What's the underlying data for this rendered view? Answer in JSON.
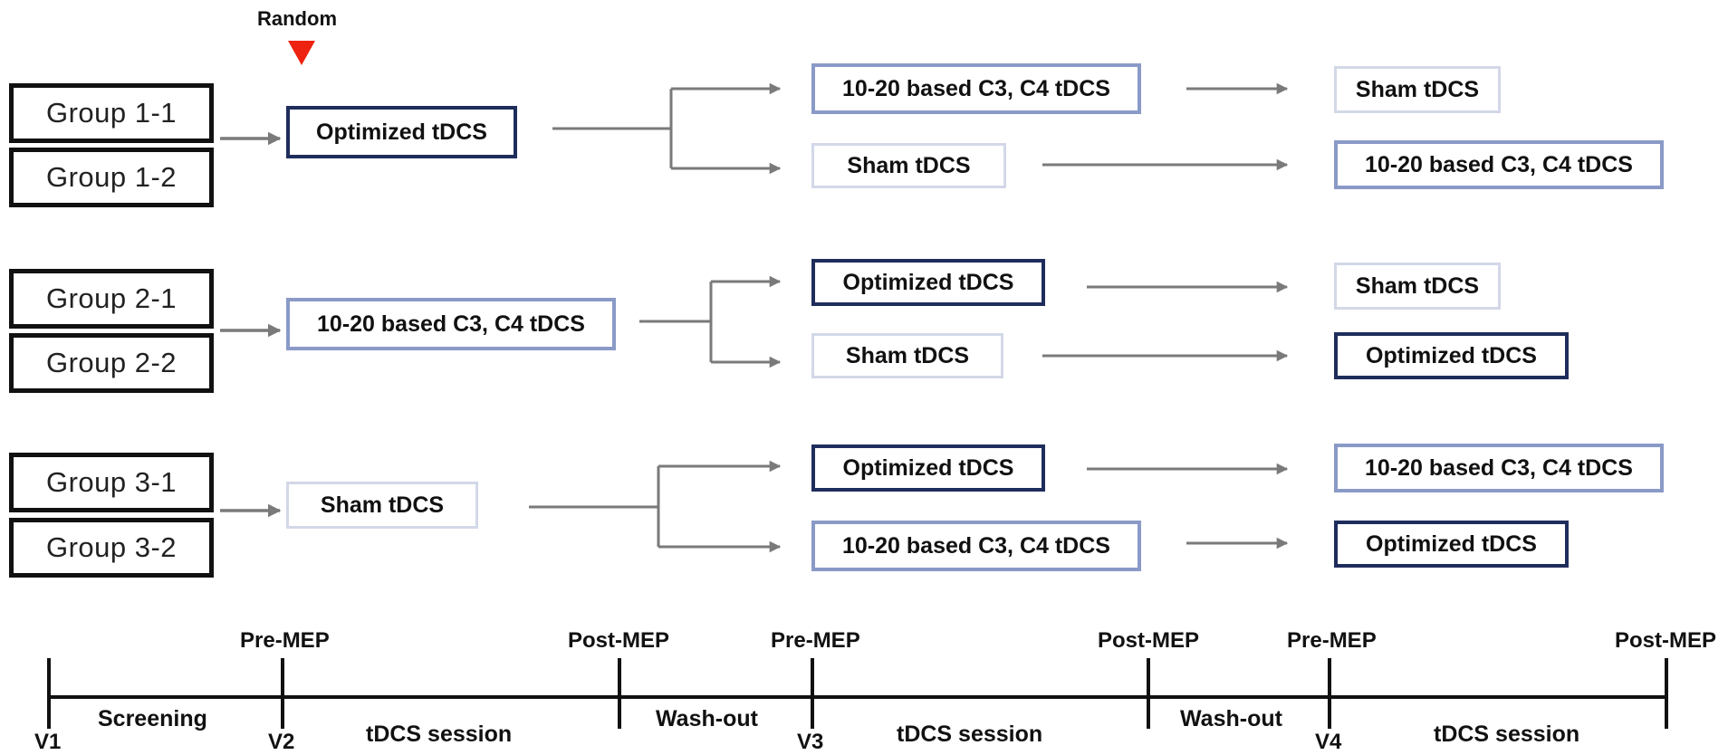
{
  "random_label": "Random",
  "groups": [
    "Group 1-1",
    "Group 1-2",
    "Group 2-1",
    "Group 2-2",
    "Group 3-1",
    "Group 3-2"
  ],
  "treatments": {
    "optimized": "Optimized tDCS",
    "c3c4": "10-20 based C3, C4 tDCS",
    "sham": "Sham tDCS"
  },
  "arms": [
    {
      "first": "Optimized tDCS",
      "second": [
        "10-20 based C3, C4 tDCS",
        "Sham tDCS"
      ],
      "third": [
        "Sham tDCS",
        "10-20 based C3, C4 tDCS"
      ]
    },
    {
      "first": "10-20 based C3, C4 tDCS",
      "second": [
        "Optimized tDCS",
        "Sham tDCS"
      ],
      "third": [
        "Sham tDCS",
        "Optimized tDCS"
      ]
    },
    {
      "first": "Sham tDCS",
      "second": [
        "Optimized tDCS",
        "10-20 based C3, C4 tDCS"
      ],
      "third": [
        "10-20 based C3, C4 tDCS",
        "Optimized tDCS"
      ]
    }
  ],
  "timeline": {
    "visits": [
      "V1",
      "V2",
      "V3",
      "V4"
    ],
    "top_labels": [
      "Pre-MEP",
      "Post-MEP",
      "Pre-MEP",
      "Post-MEP",
      "Pre-MEP",
      "Post-MEP"
    ],
    "segments": [
      "Screening",
      "tDCS session",
      "Wash-out",
      "tDCS session",
      "Wash-out",
      "tDCS session"
    ]
  },
  "colors": {
    "optimized_border": "#1f2d5c",
    "c3c4_border": "#8a9ac7",
    "sham_border": "#d3d8e8",
    "arrow": "#7a7a7a",
    "random_marker": "#ee2211"
  }
}
